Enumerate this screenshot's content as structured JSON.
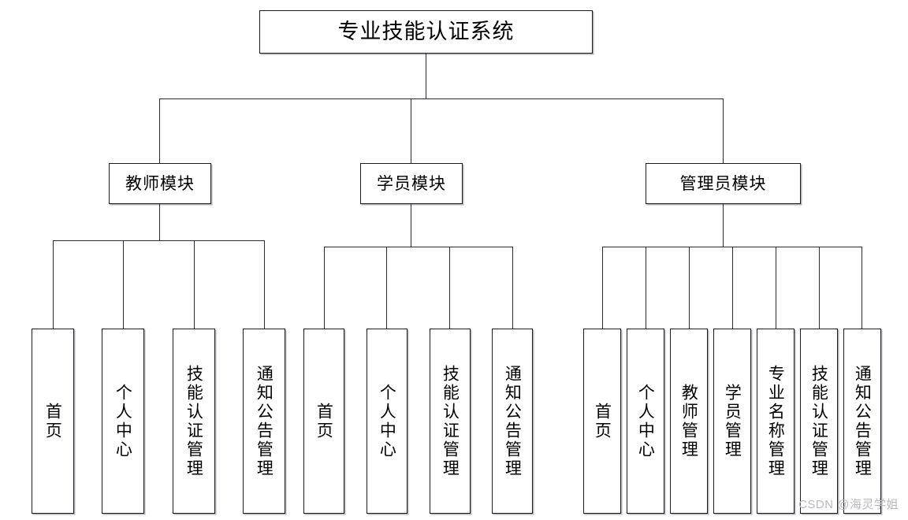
{
  "diagram": {
    "type": "tree",
    "title": "专业技能认证系统",
    "root": {
      "label": "专业技能认证系统"
    },
    "modules": [
      {
        "id": "teacher",
        "label": "教师模块",
        "children": [
          {
            "label": "首页"
          },
          {
            "label": "个人中心"
          },
          {
            "label": "技能认证管理"
          },
          {
            "label": "通知公告管理"
          }
        ]
      },
      {
        "id": "student",
        "label": "学员模块",
        "children": [
          {
            "label": "首页"
          },
          {
            "label": "个人中心"
          },
          {
            "label": "技能认证管理"
          },
          {
            "label": "通知公告管理"
          }
        ]
      },
      {
        "id": "admin",
        "label": "管理员模块",
        "children": [
          {
            "label": "首页"
          },
          {
            "label": "个人中心"
          },
          {
            "label": "教师管理"
          },
          {
            "label": "学员管理"
          },
          {
            "label": "专业名称管理"
          },
          {
            "label": "技能认证管理"
          },
          {
            "label": "通知公告管理"
          }
        ]
      }
    ],
    "colors": {
      "line": "#2a2a33",
      "border": "#1b1b22",
      "background": "#ffffff",
      "watermark": "#b9b9bd"
    }
  },
  "watermark": {
    "text": "CSDN @海灵学姐"
  }
}
